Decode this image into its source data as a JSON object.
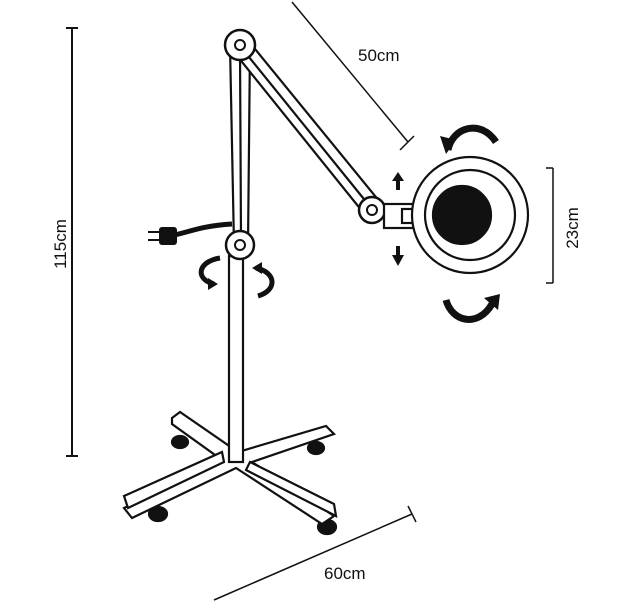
{
  "dimensions": {
    "height": "115cm",
    "arm_length": "50cm",
    "head_diameter": "23cm",
    "base_width": "60cm"
  },
  "colors": {
    "stroke": "#111111",
    "fill": "#ffffff"
  }
}
